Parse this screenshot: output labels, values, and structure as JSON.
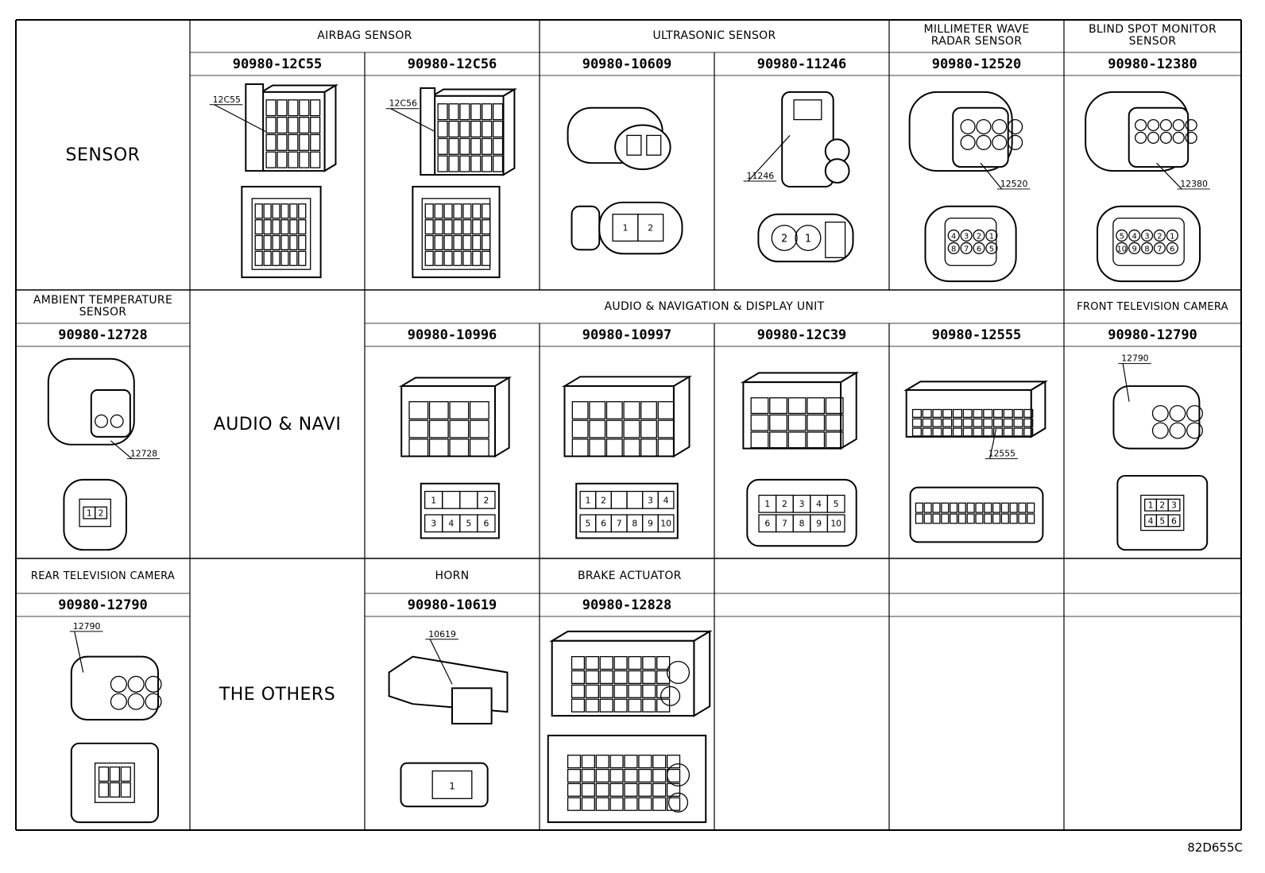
{
  "rows": [
    {
      "category": "SENSOR",
      "cells": [
        {
          "header": "AIRBAG SENSOR",
          "span": 2
        },
        {
          "header": "ULTRASONIC SENSOR",
          "span": 2
        },
        {
          "header": "MILLIMETER WAVE RADAR SENSOR",
          "span": 1
        },
        {
          "header": "BLIND SPOT MONITOR SENSOR",
          "span": 1
        }
      ],
      "parts": [
        {
          "number": "90980-12C55",
          "label": "12C55",
          "pins": ""
        },
        {
          "number": "90980-12C56",
          "label": "12C56",
          "pins": ""
        },
        {
          "number": "90980-10609",
          "label": "",
          "pins": "1 2"
        },
        {
          "number": "90980-11246",
          "label": "11246",
          "pins": "2 1"
        },
        {
          "number": "90980-12520",
          "label": "12520",
          "pins": "4 3 2 1 8 7 6 5"
        },
        {
          "number": "90980-12380",
          "label": "12380",
          "pins": "5 4 3 2 1 10 9 8 7 6"
        }
      ]
    },
    {
      "category": "AUDIO & NAVI",
      "left": {
        "header": "AMBIENT TEMPERATURE SENSOR",
        "number": "90980-12728",
        "label": "12728",
        "pins": "1 2"
      },
      "cells": [
        {
          "header": "AUDIO & NAVIGATION & DISPLAY UNIT",
          "span": 4
        },
        {
          "header": "FRONT TELEVISION CAMERA",
          "span": 1
        }
      ],
      "parts": [
        {
          "number": "90980-10996",
          "label": "",
          "pins": "1 2 3 4 5 6"
        },
        {
          "number": "90980-10997",
          "label": "",
          "pins": "1 2 3 4 5 6 7 8 9 10"
        },
        {
          "number": "90980-12C39",
          "label": "",
          "pins": "1 2 3 4 5 6 7 8 9 10"
        },
        {
          "number": "90980-12555",
          "label": "12555",
          "pins": ""
        },
        {
          "number": "90980-12790",
          "label": "12790",
          "pins": "1 2 3 4 5 6"
        }
      ]
    },
    {
      "category": "THE OTHERS",
      "left": {
        "header": "REAR TELEVISION CAMERA",
        "number": "90980-12790",
        "label": "12790",
        "pins": ""
      },
      "cells": [
        {
          "header": "HORN",
          "span": 1
        },
        {
          "header": "BRAKE ACTUATOR",
          "span": 1
        },
        {
          "header": "",
          "span": 1
        },
        {
          "header": "",
          "span": 1
        },
        {
          "header": "",
          "span": 1
        }
      ],
      "parts": [
        {
          "number": "90980-10619",
          "label": "10619",
          "pins": "1"
        },
        {
          "number": "90980-12828",
          "label": "",
          "pins": ""
        },
        {
          "number": "",
          "label": "",
          "pins": ""
        },
        {
          "number": "",
          "label": "",
          "pins": ""
        },
        {
          "number": "",
          "label": "",
          "pins": ""
        }
      ]
    }
  ],
  "footer": "82D655C"
}
